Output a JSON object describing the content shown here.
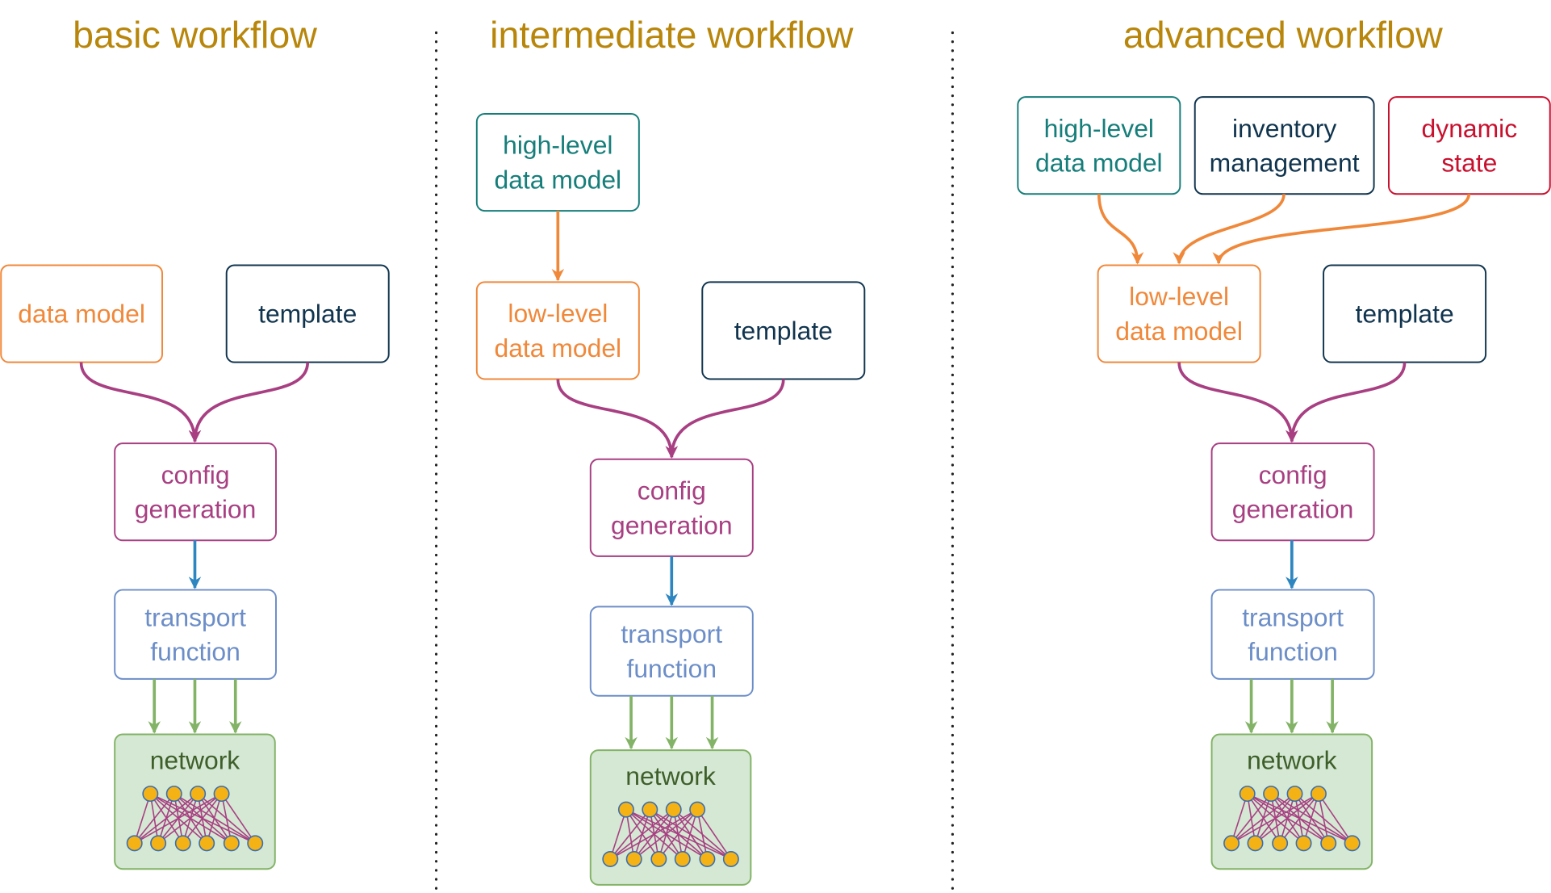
{
  "colors": {
    "title": "#B8860B",
    "orange": "#F0883A",
    "teal": "#167E7A",
    "navy": "#10344E",
    "red": "#C8102E",
    "magenta": "#A83F82",
    "blue": "#6C8EC8",
    "arrow_blue": "#2E86C1",
    "green_edge": "#82B366",
    "green_fill": "#D5E8D4",
    "green_text": "#3E5F2A",
    "node_fill": "#F5B214",
    "node_edge": "#3A6FB0",
    "divider": "#222222"
  },
  "basic": {
    "title": "basic workflow",
    "data_model": [
      "data model"
    ],
    "template": [
      "template"
    ],
    "config": [
      "config",
      "generation"
    ],
    "transport": [
      "transport",
      "function"
    ],
    "network": "network"
  },
  "intermediate": {
    "title": "intermediate workflow",
    "high_level": [
      "high-level",
      "data model"
    ],
    "low_level": [
      "low-level",
      "data model"
    ],
    "template": [
      "template"
    ],
    "config": [
      "config",
      "generation"
    ],
    "transport": [
      "transport",
      "function"
    ],
    "network": "network"
  },
  "advanced": {
    "title": "advanced workflow",
    "high_level": [
      "high-level",
      "data model"
    ],
    "inventory": [
      "inventory",
      "management"
    ],
    "dynamic": [
      "dynamic",
      "state"
    ],
    "low_level": [
      "low-level",
      "data model"
    ],
    "template": [
      "template"
    ],
    "config": [
      "config",
      "generation"
    ],
    "transport": [
      "transport",
      "function"
    ],
    "network": "network"
  }
}
